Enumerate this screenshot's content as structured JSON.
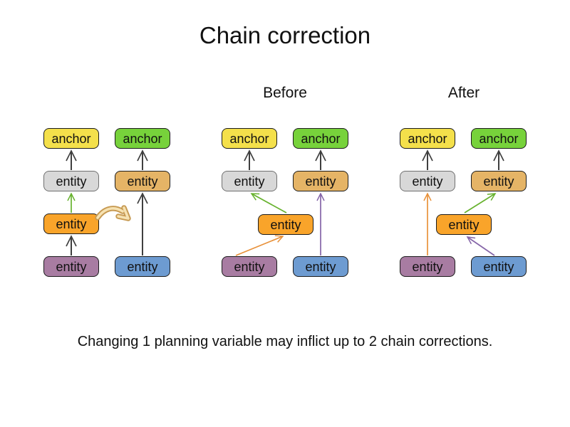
{
  "title": "Chain correction",
  "caption": "Changing 1 planning variable may inflict up to 2 chain corrections.",
  "colors": {
    "anchor_yellow": "#F4E04B",
    "anchor_green": "#77D23B",
    "entity_gray": "#D8D8D8",
    "entity_tan": "#E5B466",
    "entity_orange": "#F9A42A",
    "entity_purple": "#A87CA2",
    "entity_blue": "#6D9BD1",
    "node_border": "#1C1C1C",
    "node_border_gray": "#707070",
    "arrow_black": "#3F3F3F",
    "arrow_green": "#67B22E",
    "arrow_orange": "#E8913A",
    "arrow_purple": "#8565A8",
    "move_arrow_stroke": "#C79A52",
    "move_arrow_fill": "#F6E2B2"
  },
  "diagrams": [
    {
      "name": "initial",
      "label": "",
      "nodes": [
        {
          "id": "a1",
          "label": "anchor",
          "color": "anchor_yellow"
        },
        {
          "id": "a2",
          "label": "anchor",
          "color": "anchor_green"
        },
        {
          "id": "e1",
          "label": "entity",
          "color": "entity_gray"
        },
        {
          "id": "e2",
          "label": "entity",
          "color": "entity_tan"
        },
        {
          "id": "e3",
          "label": "entity",
          "color": "entity_orange"
        },
        {
          "id": "e4",
          "label": "entity",
          "color": "entity_purple"
        },
        {
          "id": "e5",
          "label": "entity",
          "color": "entity_blue"
        }
      ],
      "edges": [
        {
          "from": "e1",
          "to": "a1",
          "color": "arrow_black"
        },
        {
          "from": "e3",
          "to": "e1",
          "color": "arrow_green"
        },
        {
          "from": "e4",
          "to": "e3",
          "color": "arrow_black"
        },
        {
          "from": "e2",
          "to": "a2",
          "color": "arrow_black"
        },
        {
          "from": "e5",
          "to": "e2",
          "color": "arrow_black"
        }
      ],
      "move_arrow": true
    },
    {
      "name": "before",
      "label": "Before",
      "nodes": [
        {
          "id": "a1",
          "label": "anchor",
          "color": "anchor_yellow"
        },
        {
          "id": "a2",
          "label": "anchor",
          "color": "anchor_green"
        },
        {
          "id": "e1",
          "label": "entity",
          "color": "entity_gray"
        },
        {
          "id": "e2",
          "label": "entity",
          "color": "entity_tan"
        },
        {
          "id": "e3",
          "label": "entity",
          "color": "entity_orange"
        },
        {
          "id": "e4",
          "label": "entity",
          "color": "entity_purple"
        },
        {
          "id": "e5",
          "label": "entity",
          "color": "entity_blue"
        }
      ],
      "edges": [
        {
          "from": "e1",
          "to": "a1",
          "color": "arrow_black"
        },
        {
          "from": "e2",
          "to": "a2",
          "color": "arrow_black"
        },
        {
          "from": "e3",
          "to": "e1",
          "color": "arrow_green"
        },
        {
          "from": "e4",
          "to": "e3",
          "color": "arrow_orange"
        },
        {
          "from": "e5",
          "to": "e2",
          "color": "arrow_purple"
        }
      ],
      "move_arrow": false
    },
    {
      "name": "after",
      "label": "After",
      "nodes": [
        {
          "id": "a1",
          "label": "anchor",
          "color": "anchor_yellow"
        },
        {
          "id": "a2",
          "label": "anchor",
          "color": "anchor_green"
        },
        {
          "id": "e1",
          "label": "entity",
          "color": "entity_gray"
        },
        {
          "id": "e2",
          "label": "entity",
          "color": "entity_tan"
        },
        {
          "id": "e3",
          "label": "entity",
          "color": "entity_orange"
        },
        {
          "id": "e4",
          "label": "entity",
          "color": "entity_purple"
        },
        {
          "id": "e5",
          "label": "entity",
          "color": "entity_blue"
        }
      ],
      "edges": [
        {
          "from": "e1",
          "to": "a1",
          "color": "arrow_black"
        },
        {
          "from": "e2",
          "to": "a2",
          "color": "arrow_black"
        },
        {
          "from": "e4",
          "to": "e1",
          "color": "arrow_orange"
        },
        {
          "from": "e3",
          "to": "e2",
          "color": "arrow_green"
        },
        {
          "from": "e5",
          "to": "e3",
          "color": "arrow_purple"
        }
      ],
      "move_arrow": false
    }
  ]
}
